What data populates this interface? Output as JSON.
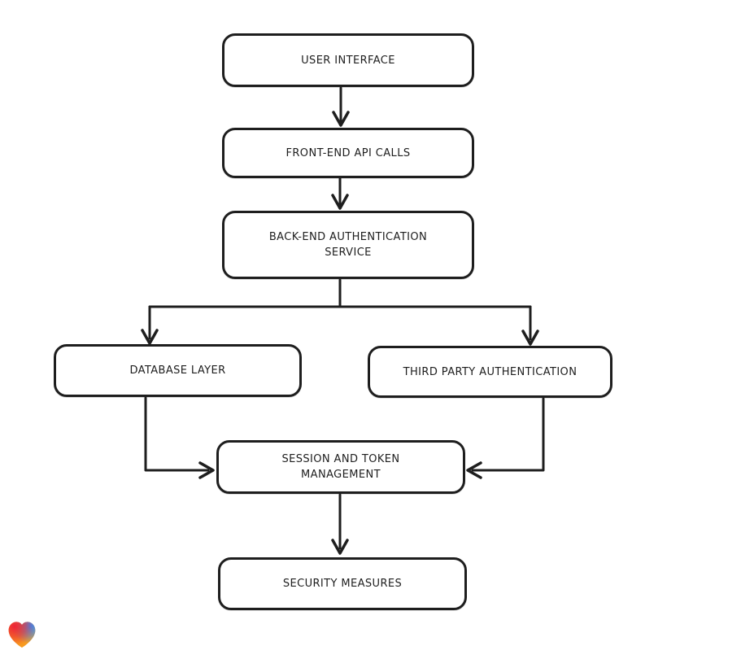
{
  "diagram": {
    "type": "flowchart",
    "background": "#ffffff",
    "stroke_color": "#1e1e1e",
    "node_fill": "#ffffff",
    "nodes": [
      {
        "id": "user-interface",
        "label": "USER INTERFACE"
      },
      {
        "id": "front-end-api-calls",
        "label": "FRONT-END API CALLS"
      },
      {
        "id": "back-end-authentication-service",
        "label": "BACK-END AUTHENTICATION SERVICE"
      },
      {
        "id": "database-layer",
        "label": "DATABASE LAYER"
      },
      {
        "id": "third-party-authentication",
        "label": "THIRD PARTY AUTHENTICATION"
      },
      {
        "id": "session-and-token-management",
        "label": "SESSION AND TOKEN MANAGEMENT"
      },
      {
        "id": "security-measures",
        "label": "SECURITY MEASURES"
      }
    ],
    "edges": [
      {
        "from": "user-interface",
        "to": "front-end-api-calls"
      },
      {
        "from": "front-end-api-calls",
        "to": "back-end-authentication-service"
      },
      {
        "from": "back-end-authentication-service",
        "to": "database-layer"
      },
      {
        "from": "back-end-authentication-service",
        "to": "third-party-authentication"
      },
      {
        "from": "database-layer",
        "to": "session-and-token-management"
      },
      {
        "from": "third-party-authentication",
        "to": "session-and-token-management"
      },
      {
        "from": "session-and-token-management",
        "to": "security-measures"
      }
    ]
  },
  "branding": {
    "logo": "lovable-heart-logo",
    "logo_colors": {
      "red": "#ee2436",
      "blue": "#2f8bfd",
      "orange": "#f79a1f"
    }
  }
}
